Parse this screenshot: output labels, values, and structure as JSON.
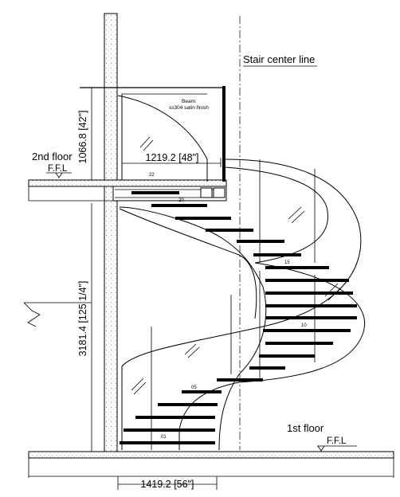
{
  "labels": {
    "center_line": "Stair center line",
    "second_floor": "2nd floor",
    "first_floor": "1st floor",
    "ffl": "F.F.L"
  },
  "dims": {
    "upper_height": "1066.8 [42\"]",
    "floor_to_floor": "3181.4 [125 1/4\"]",
    "landing_width": "1219.2 [48\"]",
    "stair_width": "1419.2 [56\"]"
  },
  "notes": {
    "beam_title": "Beam:",
    "beam_finish": "ss304 satin finish"
  },
  "steps": {
    "s22": "22",
    "s20": "20",
    "s15": "15",
    "s10": "10",
    "s05": "05",
    "s01": "01"
  }
}
